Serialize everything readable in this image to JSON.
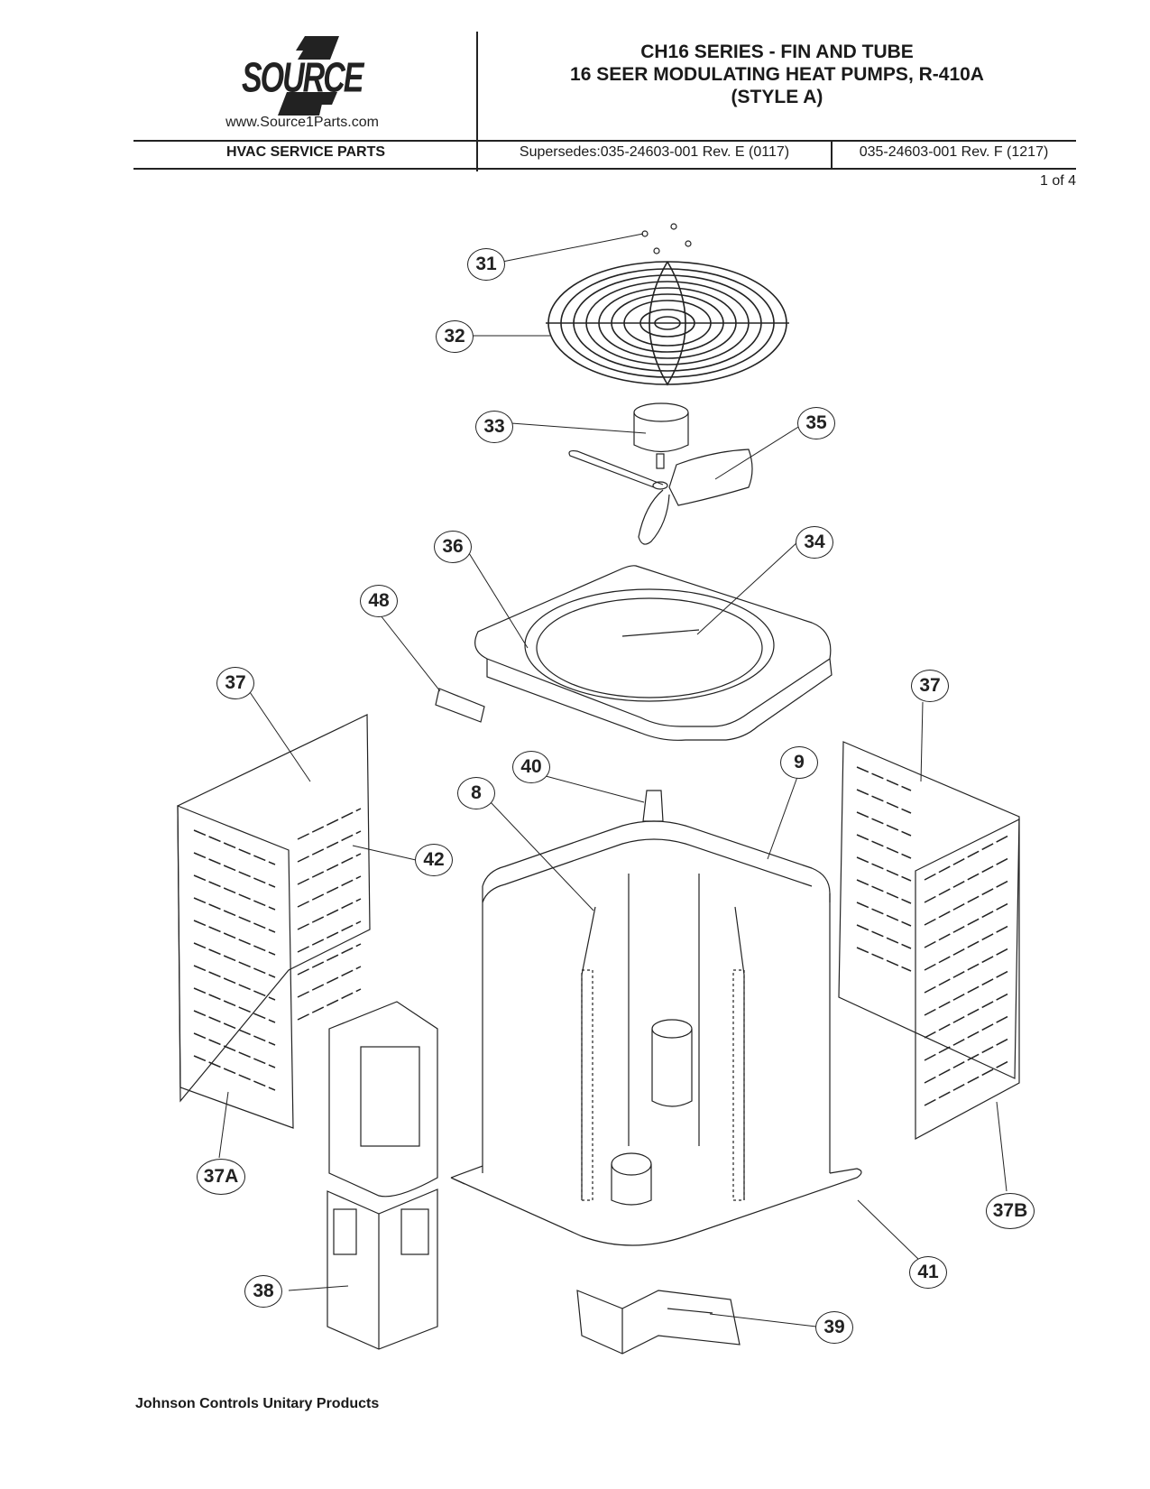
{
  "header": {
    "logo_text": "SOURCE",
    "url": "www.Source1Parts.com",
    "section": "HVAC SERVICE PARTS",
    "title_lines": [
      "CH16 SERIES - FIN AND TUBE",
      "16 SEER MODULATING HEAT PUMPS, R-410A",
      "(STYLE A)"
    ],
    "supersedes": "Supersedes:035-24603-001 Rev. E (0117)",
    "document_number": "035-24603-001 Rev. F (1217)",
    "page": "1 of 4"
  },
  "diagram": {
    "callouts": [
      {
        "id": "31",
        "label": "31",
        "part": "grille-screws"
      },
      {
        "id": "32",
        "label": "32",
        "part": "fan-guard-grille"
      },
      {
        "id": "33",
        "label": "33",
        "part": "fan-motor"
      },
      {
        "id": "34",
        "label": "34",
        "part": "motor-mount"
      },
      {
        "id": "35",
        "label": "35",
        "part": "fan-blade"
      },
      {
        "id": "36",
        "label": "36",
        "part": "top-cover"
      },
      {
        "id": "48",
        "label": "48",
        "part": "label-plate"
      },
      {
        "id": "37-left",
        "label": "37",
        "part": "louver-panel-left"
      },
      {
        "id": "37-right",
        "label": "37",
        "part": "louver-panel-right"
      },
      {
        "id": "42",
        "label": "42",
        "part": "panel-corner"
      },
      {
        "id": "40",
        "label": "40",
        "part": "corner-post"
      },
      {
        "id": "8",
        "label": "8",
        "part": "coil"
      },
      {
        "id": "9",
        "label": "9",
        "part": "coil-top-rail"
      },
      {
        "id": "37A",
        "label": "37A",
        "part": "louver-panel-a"
      },
      {
        "id": "37B",
        "label": "37B",
        "part": "louver-panel-b"
      },
      {
        "id": "38",
        "label": "38",
        "part": "control-box-cover"
      },
      {
        "id": "41",
        "label": "41",
        "part": "base-pan"
      },
      {
        "id": "39",
        "label": "39",
        "part": "service-valve-cover"
      }
    ]
  },
  "footer": {
    "company": "Johnson Controls Unitary Products"
  }
}
